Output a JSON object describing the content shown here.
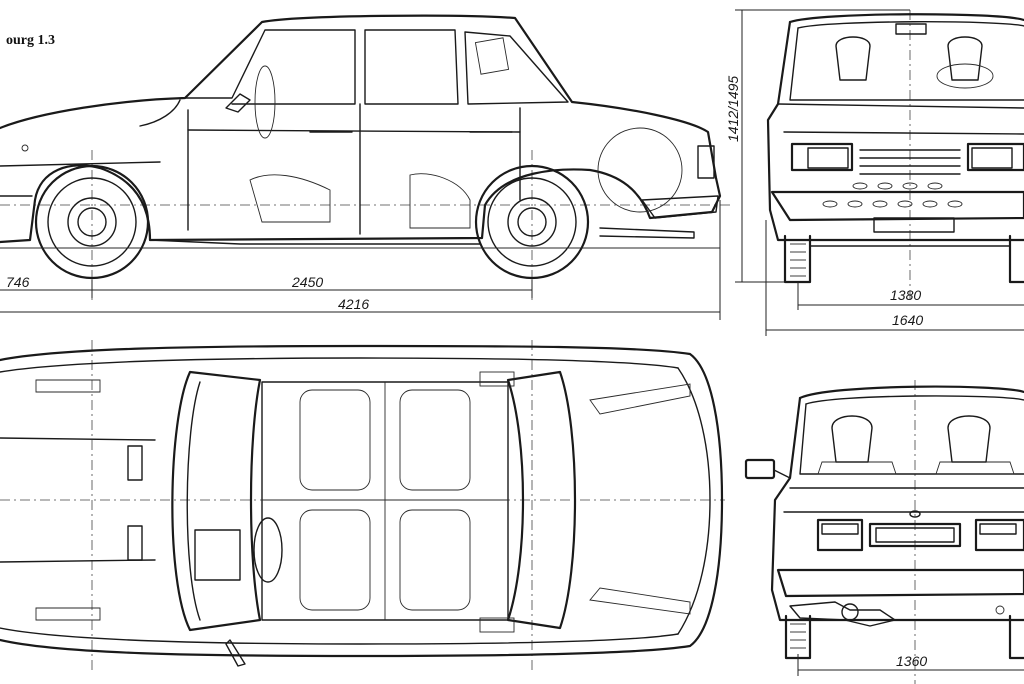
{
  "title": "ourg 1.3",
  "dimensions": {
    "front_overhang": "746",
    "wheelbase": "2450",
    "overall_length": "4216",
    "height": "1412/1495",
    "front_track": "1380",
    "overall_width": "1640",
    "rear_track": "1360"
  }
}
